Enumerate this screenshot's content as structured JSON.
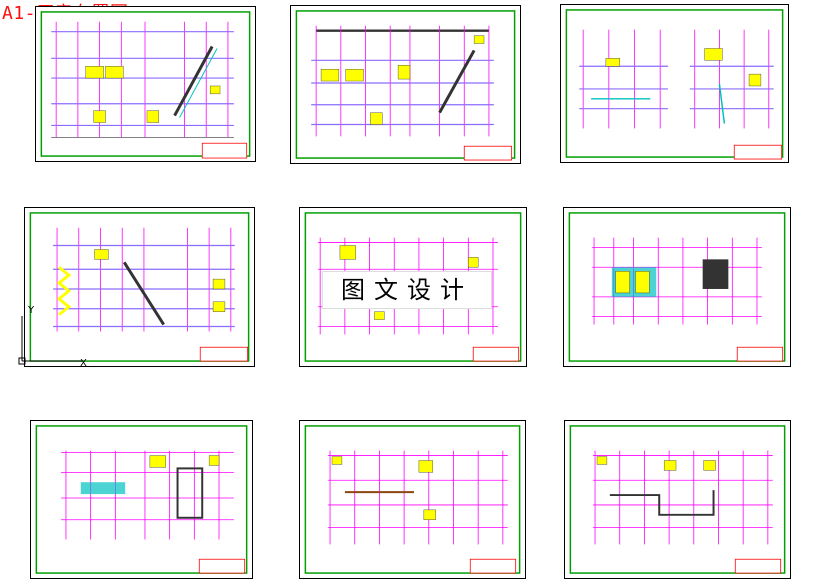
{
  "document": {
    "title": "A1-厂房布置图"
  },
  "watermark": {
    "text": "图文设计"
  },
  "ucs": {
    "y_label": "Y",
    "x_label": "X"
  },
  "colors": {
    "frame": "#00a000",
    "grid": "#ff00ff",
    "floor": "#8a6cff",
    "equipment": "#ffff00",
    "pipe": "#00c0c0",
    "title_block_red": "#ff0000",
    "title_text": "#ff1010"
  }
}
